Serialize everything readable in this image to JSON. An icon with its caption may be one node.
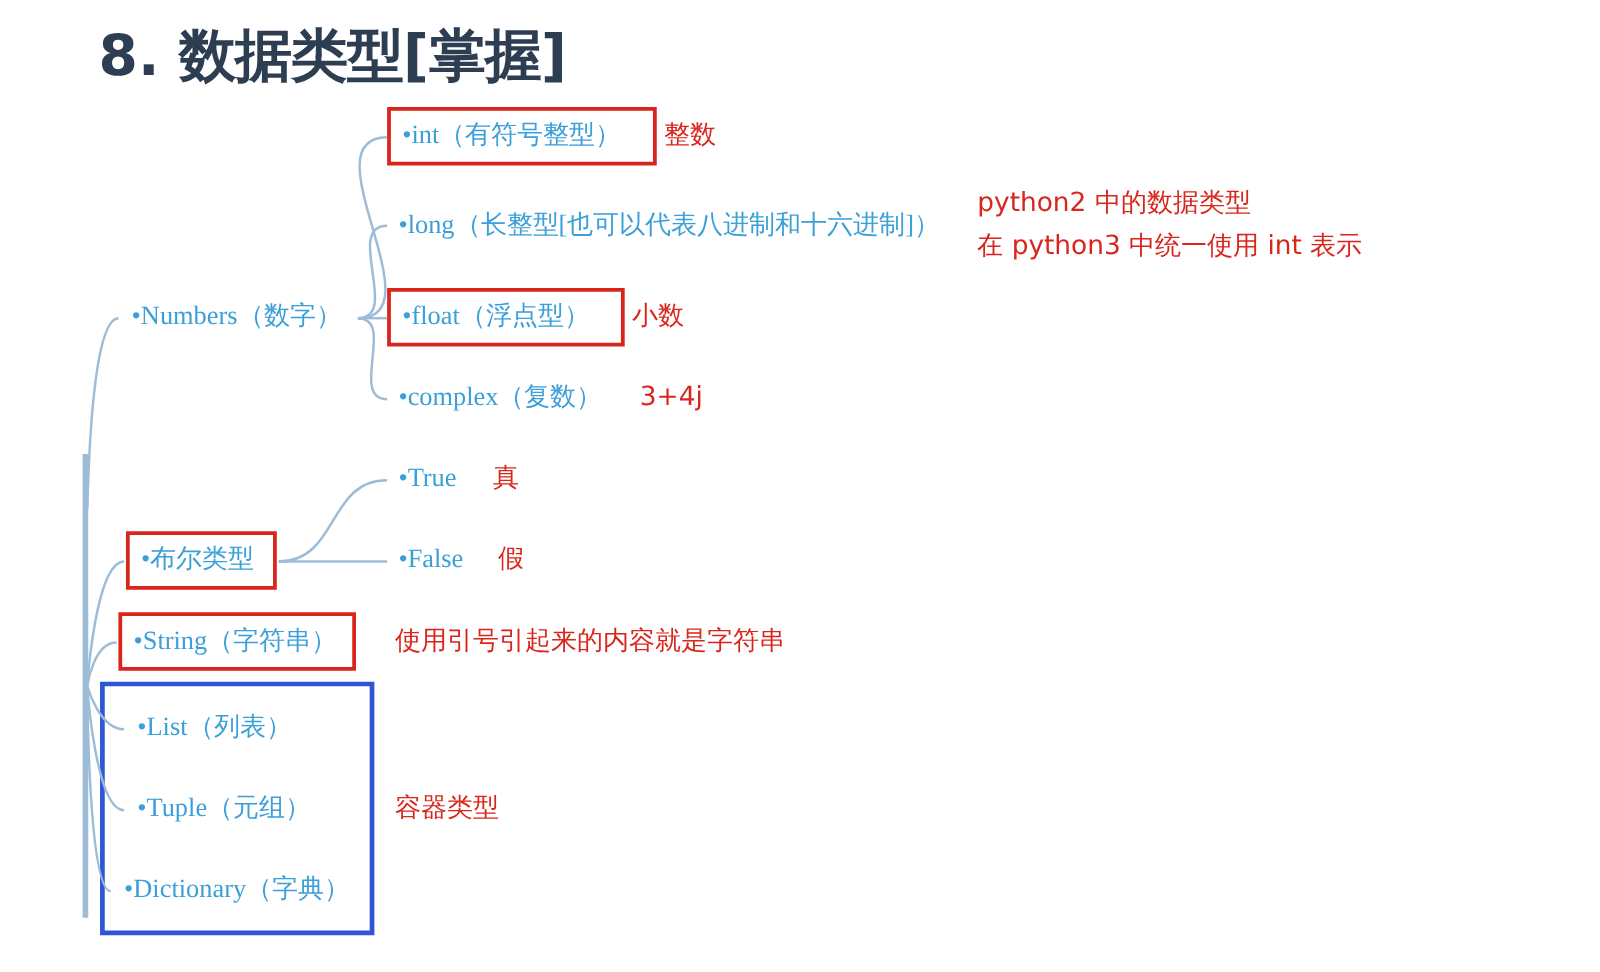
{
  "diagram": {
    "title": "8. 数据类型[掌握]",
    "nodes": [
      {
        "text": [],
        "shape": "bar"
      },
      {
        "text": [
          "•Numbers（数字）"
        ]
      },
      {
        "text": [
          "•int（有符号整型）"
        ],
        "beside": [
          "整数"
        ]
      },
      {
        "text": [
          "•long（长整型[也可以代表八进制和十六进制]）"
        ],
        "beside": [
          "python2 中的数据类型",
          "在 python3 中统一使用 int 表示"
        ]
      },
      {
        "text": [
          "•float（浮点型）"
        ],
        "beside": [
          "小数"
        ]
      },
      {
        "text": [
          "•complex（复数）"
        ],
        "beside": [
          "3+4j"
        ]
      },
      {
        "text": [
          "•布尔类型"
        ]
      },
      {
        "text": [
          "•True"
        ],
        "beside": [
          "真"
        ]
      },
      {
        "text": [
          "•False"
        ],
        "beside": [
          "假"
        ]
      },
      {
        "text": [
          "•String（字符串）"
        ],
        "beside": [
          "使用引号引起来的内容就是字符串"
        ]
      },
      {
        "text": [],
        "shape": "box",
        "beside": [
          "容器类型"
        ]
      },
      {
        "text": [
          "•List（列表）"
        ],
        "in": 10
      },
      {
        "text": [
          "•Tuple（元组）"
        ],
        "in": 10
      },
      {
        "text": [
          "•Dictionary（字典）"
        ],
        "in": 10
      }
    ],
    "edges": [
      {
        "from": 0,
        "to": 1,
        "arrow": "none"
      },
      {
        "from": 0,
        "to": 6,
        "arrow": "none"
      },
      {
        "from": 0,
        "to": 9,
        "arrow": "none"
      },
      {
        "from": 0,
        "to": 11,
        "arrow": "none"
      },
      {
        "from": 0,
        "to": 12,
        "arrow": "none"
      },
      {
        "from": 0,
        "to": 13,
        "arrow": "none"
      },
      {
        "from": 1,
        "to": 2,
        "arrow": "none"
      },
      {
        "from": 1,
        "to": 3,
        "arrow": "none"
      },
      {
        "from": 1,
        "to": 4,
        "arrow": "none"
      },
      {
        "from": 1,
        "to": 5,
        "arrow": "none"
      },
      {
        "from": 6,
        "to": 7,
        "arrow": "none"
      },
      {
        "from": 6,
        "to": 8,
        "arrow": "none"
      }
    ]
  }
}
